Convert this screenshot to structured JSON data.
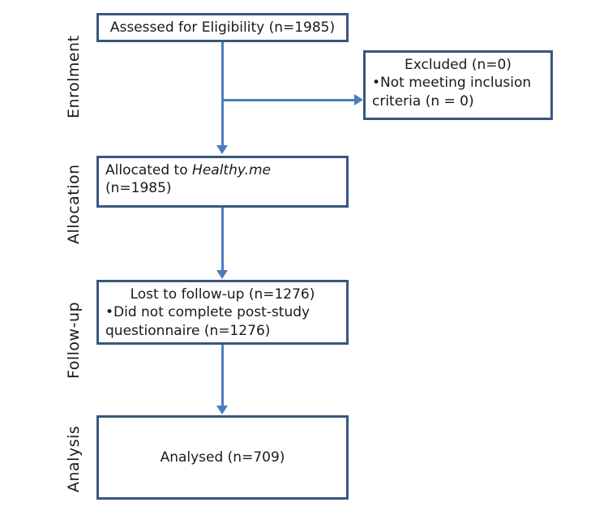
{
  "figure": {
    "type": "consort-flow-diagram",
    "background_color": "#ffffff",
    "box_border_color": "#38577E",
    "arrow_color": "#4A7EBB",
    "text_color": "#1a1a1a"
  },
  "stages": [
    {
      "label": "Enrolment"
    },
    {
      "label": "Allocation"
    },
    {
      "label": "Follow-up"
    },
    {
      "label": "Analysis"
    }
  ],
  "boxes": {
    "assessed": {
      "title": "Assessed  for Eligibility (n=1985)"
    },
    "excluded": {
      "title": "Excluded (n=0)",
      "bullet_line1": "•Not meeting inclusion",
      "bullet_line2": "criteria (n = 0)"
    },
    "allocated": {
      "title_prefix": "Allocated to ",
      "title_italic": "Healthy.me",
      "title_suffix": " (n=1985)"
    },
    "lost": {
      "title": "Lost to follow-up (n=1276)",
      "bullet_line1": "•Did not complete post-study",
      "bullet_line2": "questionnaire (n=1276)"
    },
    "analysed": {
      "title": "Analysed (n=709)"
    }
  }
}
